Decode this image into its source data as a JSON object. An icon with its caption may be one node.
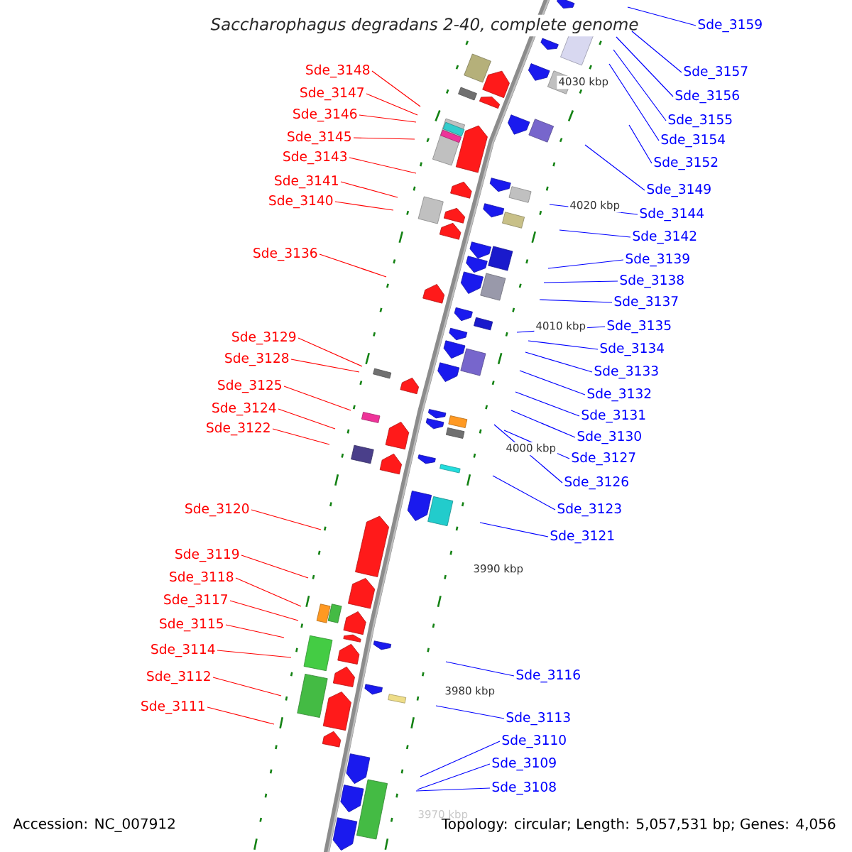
{
  "diagram": {
    "title": "Saccharophagus degradans 2-40, complete genome",
    "nodes": [
      {
        "text": [
          "Sde_3148"
        ]
      },
      {
        "text": [
          "Sde_3147"
        ]
      },
      {
        "text": [
          "Sde_3146"
        ]
      },
      {
        "text": [
          "Sde_3145"
        ]
      },
      {
        "text": [
          "Sde_3143"
        ]
      },
      {
        "text": [
          "Sde_3141"
        ]
      },
      {
        "text": [
          "Sde_3140"
        ]
      },
      {
        "text": [
          "Sde_3136"
        ]
      },
      {
        "text": [
          "Sde_3129"
        ]
      },
      {
        "text": [
          "Sde_3128"
        ]
      },
      {
        "text": [
          "Sde_3125"
        ]
      },
      {
        "text": [
          "Sde_3124"
        ]
      },
      {
        "text": [
          "Sde_3122"
        ]
      },
      {
        "text": [
          "Sde_3120"
        ]
      },
      {
        "text": [
          "Sde_3119"
        ]
      },
      {
        "text": [
          "Sde_3118"
        ]
      },
      {
        "text": [
          "Sde_3117"
        ]
      },
      {
        "text": [
          "Sde_3115"
        ]
      },
      {
        "text": [
          "Sde_3114"
        ]
      },
      {
        "text": [
          "Sde_3112"
        ]
      },
      {
        "text": [
          "Sde_3111"
        ]
      },
      {
        "text": [
          "Sde_3159"
        ]
      },
      {
        "text": [
          "Sde_3157"
        ]
      },
      {
        "text": [
          "Sde_3156"
        ]
      },
      {
        "text": [
          "Sde_3155"
        ]
      },
      {
        "text": [
          "Sde_3154"
        ]
      },
      {
        "text": [
          "Sde_3152"
        ]
      },
      {
        "text": [
          "Sde_3149"
        ]
      },
      {
        "text": [
          "Sde_3144"
        ]
      },
      {
        "text": [
          "Sde_3142"
        ]
      },
      {
        "text": [
          "Sde_3139"
        ]
      },
      {
        "text": [
          "Sde_3138"
        ]
      },
      {
        "text": [
          "Sde_3137"
        ]
      },
      {
        "text": [
          "Sde_3135"
        ]
      },
      {
        "text": [
          "Sde_3134"
        ]
      },
      {
        "text": [
          "Sde_3133"
        ]
      },
      {
        "text": [
          "Sde_3132"
        ]
      },
      {
        "text": [
          "Sde_3131"
        ]
      },
      {
        "text": [
          "Sde_3130"
        ]
      },
      {
        "text": [
          "Sde_3127"
        ]
      },
      {
        "text": [
          "Sde_3126"
        ]
      },
      {
        "text": [
          "Sde_3123"
        ]
      },
      {
        "text": [
          "Sde_3121"
        ]
      },
      {
        "text": [
          "Sde_3116"
        ]
      },
      {
        "text": [
          "Sde_3113"
        ]
      },
      {
        "text": [
          "Sde_3110"
        ]
      },
      {
        "text": [
          "Sde_3109"
        ]
      },
      {
        "text": [
          "Sde_3108"
        ]
      }
    ],
    "edges": [
      {
        "from": 0,
        "to": null,
        "arrow": "none",
        "color": "#ff0000"
      },
      {
        "from": 1,
        "to": null,
        "arrow": "none",
        "color": "#ff0000"
      },
      {
        "from": 2,
        "to": null,
        "arrow": "none",
        "color": "#ff0000"
      },
      {
        "from": 3,
        "to": null,
        "arrow": "none",
        "color": "#ff0000"
      },
      {
        "from": 4,
        "to": null,
        "arrow": "none",
        "color": "#ff0000"
      },
      {
        "from": 5,
        "to": null,
        "arrow": "none",
        "color": "#ff0000"
      },
      {
        "from": 6,
        "to": null,
        "arrow": "none",
        "color": "#ff0000"
      },
      {
        "from": 7,
        "to": null,
        "arrow": "none",
        "color": "#ff0000"
      },
      {
        "from": 8,
        "to": null,
        "arrow": "none",
        "color": "#ff0000"
      },
      {
        "from": 9,
        "to": null,
        "arrow": "none",
        "color": "#ff0000"
      },
      {
        "from": 10,
        "to": null,
        "arrow": "none",
        "color": "#ff0000"
      },
      {
        "from": 11,
        "to": null,
        "arrow": "none",
        "color": "#ff0000"
      },
      {
        "from": 12,
        "to": null,
        "arrow": "none",
        "color": "#ff0000"
      },
      {
        "from": 13,
        "to": null,
        "arrow": "none",
        "color": "#ff0000"
      },
      {
        "from": 14,
        "to": null,
        "arrow": "none",
        "color": "#ff0000"
      },
      {
        "from": 15,
        "to": null,
        "arrow": "none",
        "color": "#ff0000"
      },
      {
        "from": 16,
        "to": null,
        "arrow": "none",
        "color": "#ff0000"
      },
      {
        "from": 17,
        "to": null,
        "arrow": "none",
        "color": "#ff0000"
      },
      {
        "from": 18,
        "to": null,
        "arrow": "none",
        "color": "#ff0000"
      },
      {
        "from": 19,
        "to": null,
        "arrow": "none",
        "color": "#ff0000"
      },
      {
        "from": 20,
        "to": null,
        "arrow": "none",
        "color": "#ff0000"
      },
      {
        "from": 21,
        "to": null,
        "arrow": "none"
      },
      {
        "from": 22,
        "to": null,
        "arrow": "none"
      },
      {
        "from": 23,
        "to": null,
        "arrow": "none"
      },
      {
        "from": 24,
        "to": null,
        "arrow": "none"
      },
      {
        "from": 25,
        "to": null,
        "arrow": "none"
      },
      {
        "from": 26,
        "to": null,
        "arrow": "none"
      },
      {
        "from": 27,
        "to": null,
        "arrow": "none"
      },
      {
        "from": 28,
        "to": null,
        "arrow": "none"
      },
      {
        "from": 29,
        "to": null,
        "arrow": "none"
      },
      {
        "from": 30,
        "to": null,
        "arrow": "none"
      },
      {
        "from": 31,
        "to": null,
        "arrow": "none"
      },
      {
        "from": 32,
        "to": null,
        "arrow": "none"
      },
      {
        "from": 33,
        "to": null,
        "arrow": "none"
      },
      {
        "from": 34,
        "to": null,
        "arrow": "none"
      },
      {
        "from": 35,
        "to": null,
        "arrow": "none"
      },
      {
        "from": 36,
        "to": null,
        "arrow": "none"
      },
      {
        "from": 37,
        "to": null,
        "arrow": "none"
      },
      {
        "from": 38,
        "to": null,
        "arrow": "none"
      },
      {
        "from": 39,
        "to": null,
        "arrow": "none"
      },
      {
        "from": 40,
        "to": null,
        "arrow": "none"
      },
      {
        "from": 41,
        "to": null,
        "arrow": "none"
      },
      {
        "from": 42,
        "to": null,
        "arrow": "none"
      },
      {
        "from": 43,
        "to": null,
        "arrow": "none"
      },
      {
        "from": 44,
        "to": null,
        "arrow": "none"
      },
      {
        "from": 45,
        "to": null,
        "arrow": "none"
      },
      {
        "from": 46,
        "to": null,
        "arrow": "none"
      },
      {
        "from": 47,
        "to": null,
        "arrow": "none"
      }
    ],
    "labels": [
      "4030 kbp",
      "4020 kbp",
      "4010 kbp",
      "4000 kbp",
      "3990 kbp",
      "3980 kbp",
      "3970 kbp",
      "Accession: NC_007912",
      "Topology: circular; Length: 5,057,531 bp; Genes: 4,056"
    ]
  }
}
